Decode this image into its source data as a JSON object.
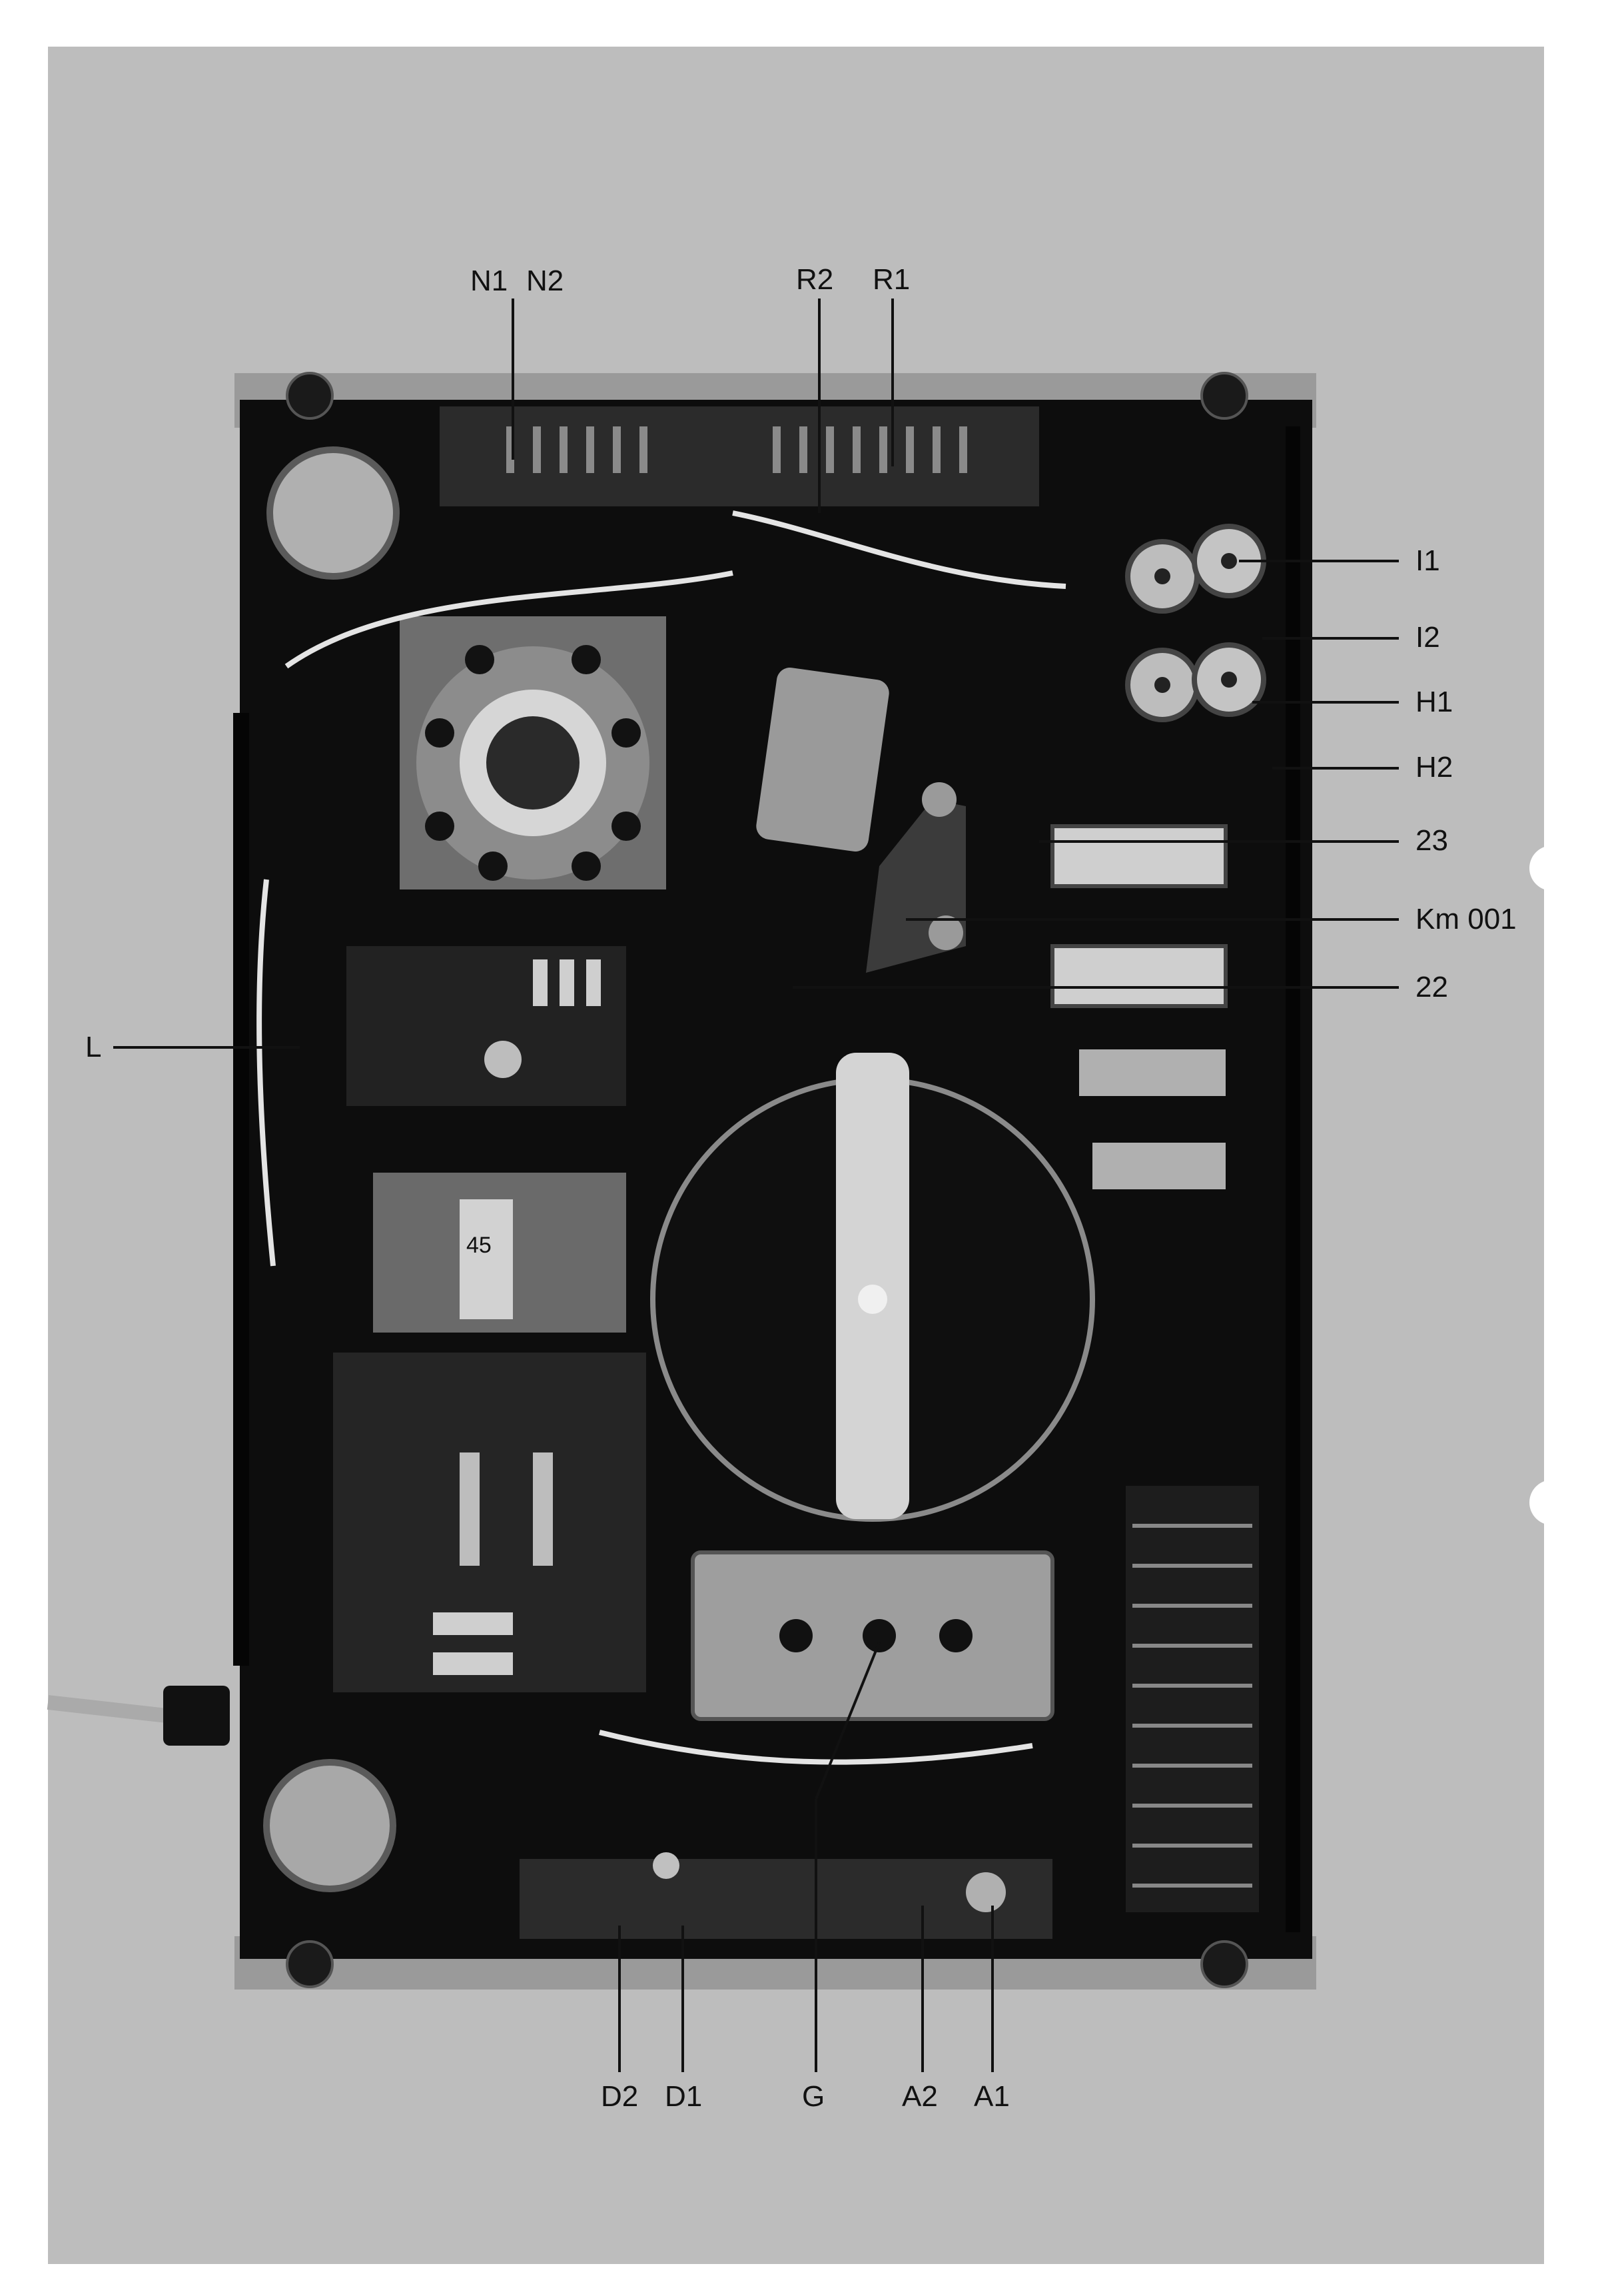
{
  "labels": {
    "top": [
      "N1",
      "N2",
      "R2",
      "R1"
    ],
    "right": [
      "I1",
      "I2",
      "H1",
      "H2",
      "23",
      "Km 001",
      "22"
    ],
    "left": [
      "L"
    ],
    "bottom": [
      "D2",
      "D1",
      "G",
      "A2",
      "A1"
    ]
  },
  "colors": {
    "sheet": "#bdbdbd",
    "chassis": "#0a0a0a",
    "metal": "#7a7a7a",
    "highlight": "#d8d8d8"
  }
}
